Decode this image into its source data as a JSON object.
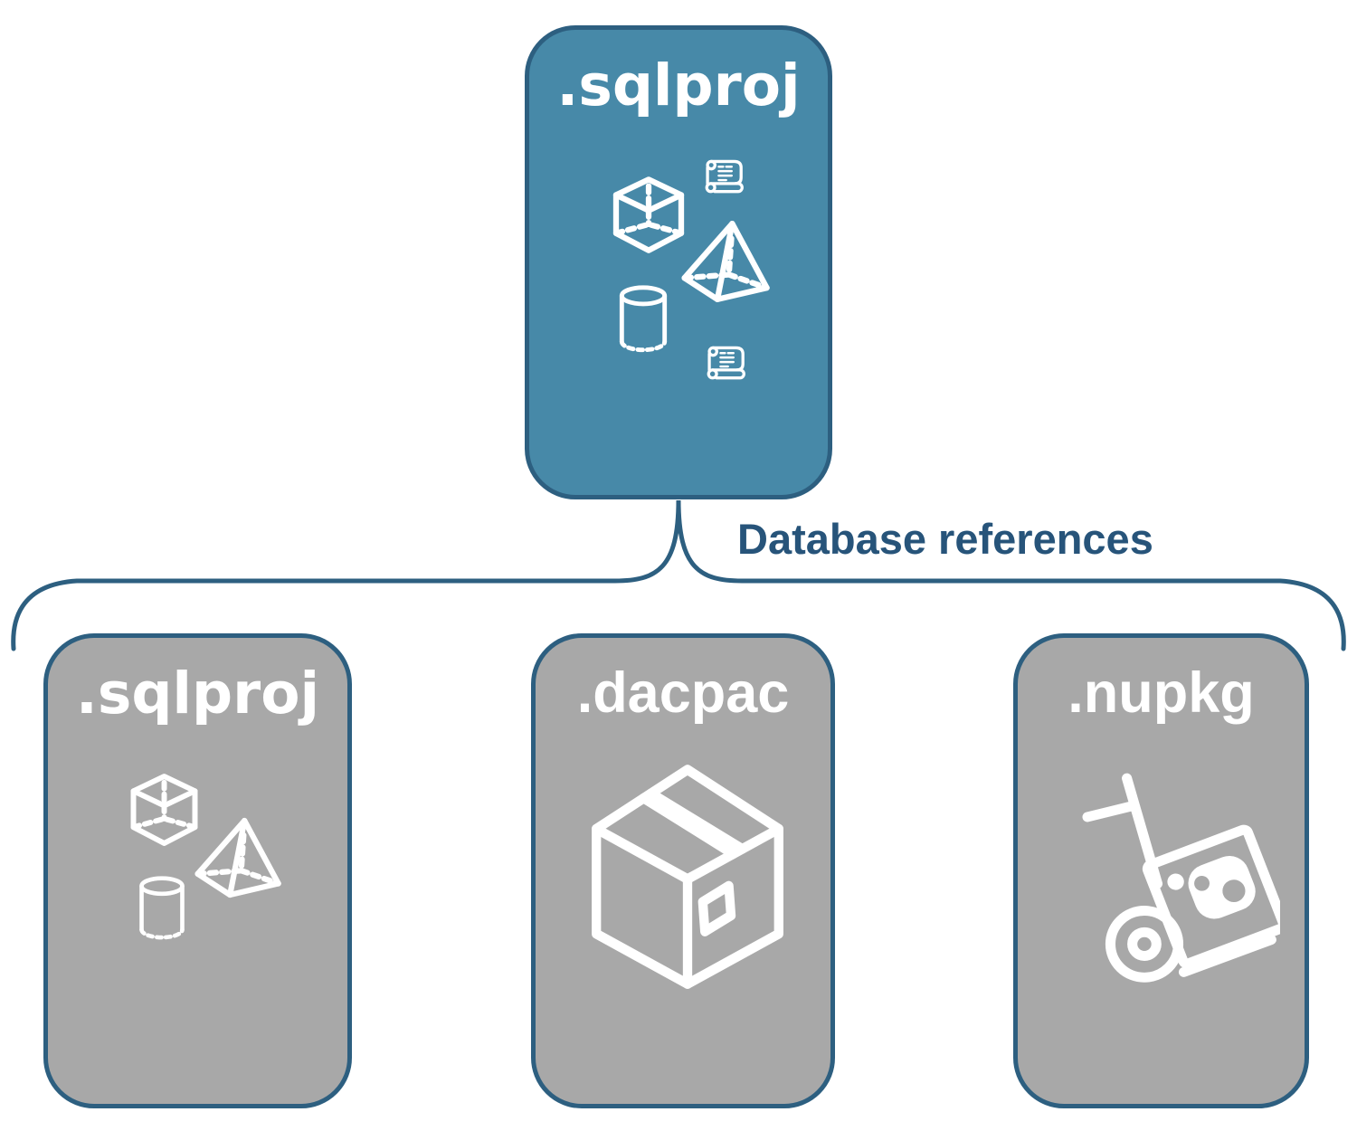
{
  "colors": {
    "card-blue": "#4789A8",
    "card-gray": "#A8A8A8",
    "border-blue": "#2D5F80",
    "label-blue": "#27547A",
    "icon-white": "#FFFFFF"
  },
  "root_card": {
    "label": ".sqlproj",
    "icons": [
      "scroll-icon",
      "cube-icon",
      "pyramid-icon",
      "cylinder-icon",
      "scroll-icon"
    ]
  },
  "connector_label": "Database references",
  "child_cards": [
    {
      "label": ".sqlproj",
      "icons": [
        "cube-icon",
        "pyramid-icon",
        "cylinder-icon"
      ]
    },
    {
      "label": ".dacpac",
      "icons": [
        "package-box-icon"
      ]
    },
    {
      "label": ".nupkg",
      "icons": [
        "nuget-handtruck-icon"
      ]
    }
  ]
}
